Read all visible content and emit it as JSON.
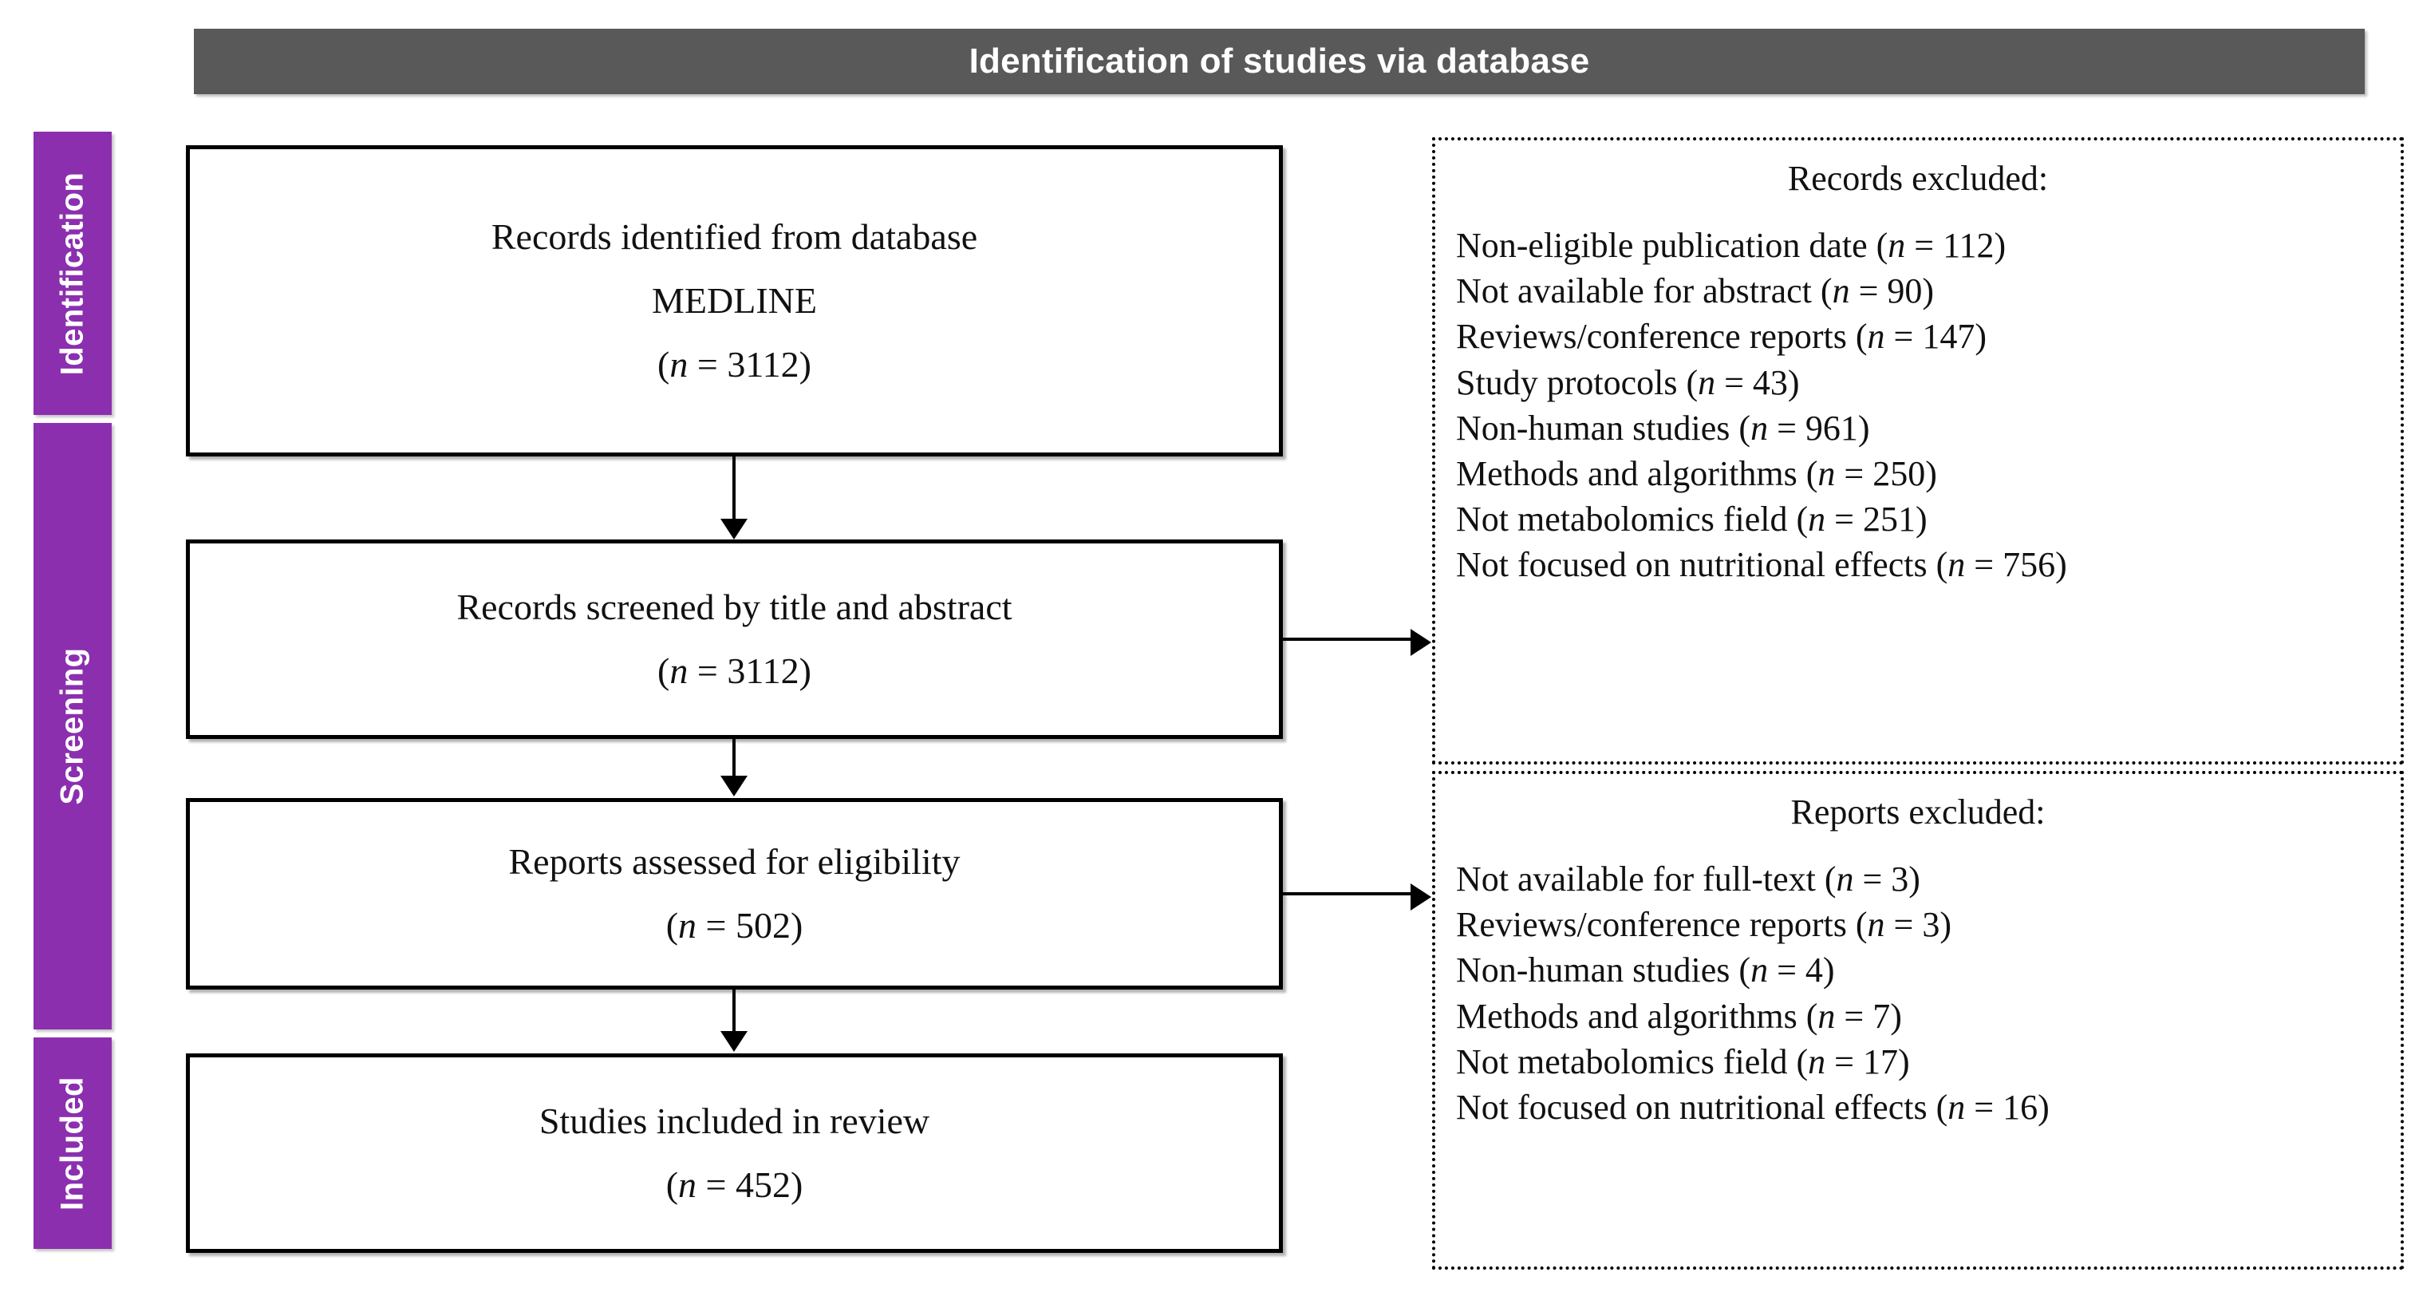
{
  "banner": {
    "title": "Identification of studies via database"
  },
  "stages": [
    {
      "id": "identification",
      "label": "Identification"
    },
    {
      "id": "screening",
      "label": "Screening"
    },
    {
      "id": "included",
      "label": "Included"
    }
  ],
  "flow_boxes": [
    {
      "id": "identified",
      "line1": "Records identified from database",
      "line2": "MEDLINE",
      "line3": "(n = 3112)",
      "n": 3112
    },
    {
      "id": "screened",
      "line1": "Records screened by title and abstract",
      "line2": "(n = 3112)",
      "n": 3112
    },
    {
      "id": "eligibility",
      "line1": "Reports assessed for eligibility",
      "line2": "(n = 502)",
      "n": 502
    },
    {
      "id": "included",
      "line1": "Studies included in review",
      "line2": "(n = 452)",
      "n": 452
    }
  ],
  "exclusion_boxes": [
    {
      "id": "records-excluded",
      "title": "Records excluded:",
      "items": [
        {
          "reason": "Non-eligible publication date",
          "count": 112,
          "text": "Non-eligible publication date (n = 112)"
        },
        {
          "reason": "Not available for abstract",
          "count": 90,
          "text": "Not available for abstract  (n = 90)"
        },
        {
          "reason": "Reviews/conference reports",
          "count": 147,
          "text": "Reviews/conference reports  (n = 147)"
        },
        {
          "reason": "Study protocols",
          "count": 43,
          "text": "Study protocols (n = 43)"
        },
        {
          "reason": "Non-human studies",
          "count": 961,
          "text": "Non-human studies (n = 961)"
        },
        {
          "reason": "Methods and algorithms",
          "count": 250,
          "text": "Methods and algorithms (n = 250)"
        },
        {
          "reason": "Not metabolomics field",
          "count": 251,
          "text": "Not metabolomics field (n = 251)"
        },
        {
          "reason": "Not focused on nutritional effects",
          "count": 756,
          "text": "Not focused on nutritional effects (n = 756)"
        }
      ]
    },
    {
      "id": "reports-excluded",
      "title": "Reports excluded:",
      "items": [
        {
          "reason": "Not available for full-text",
          "count": 3,
          "text": "Not available for full-text  (n = 3)"
        },
        {
          "reason": "Reviews/conference reports",
          "count": 3,
          "text": "Reviews/conference reports  (n = 3)"
        },
        {
          "reason": "Non-human studies",
          "count": 4,
          "text": "Non-human studies (n = 4)"
        },
        {
          "reason": "Methods and algorithms",
          "count": 7,
          "text": "Methods and algorithms (n = 7)"
        },
        {
          "reason": "Not metabolomics field",
          "count": 17,
          "text": "Not metabolomics field (n = 17)"
        },
        {
          "reason": "Not focused on nutritional effects",
          "count": 16,
          "text": "Not focused on nutritional effects (n = 16)"
        }
      ]
    }
  ],
  "colors": {
    "banner_background": "#595959",
    "stage_background": "#8B2FAF",
    "box_border": "#000000",
    "text": "#111111",
    "banner_text": "#FFFFFF"
  }
}
